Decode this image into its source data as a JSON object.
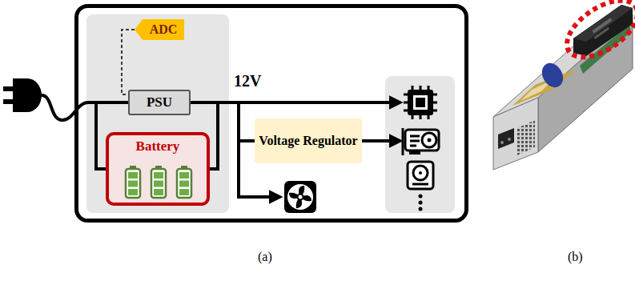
{
  "diagram": {
    "nodes": [
      {
        "text": [
          "ADC"
        ]
      },
      {
        "text": [
          "PSU"
        ]
      },
      {
        "text": [
          "Battery"
        ]
      },
      {
        "text": [
          "Voltage Regulator"
        ]
      }
    ],
    "edges": [
      {
        "from": 0,
        "to": 1,
        "arrow": "none"
      },
      {
        "from": 1,
        "to": 2,
        "arrow": "none"
      },
      {
        "from": 1,
        "to": 3,
        "arrow": "none"
      }
    ],
    "labels": [
      "12V",
      "(a)",
      "(b)"
    ]
  }
}
